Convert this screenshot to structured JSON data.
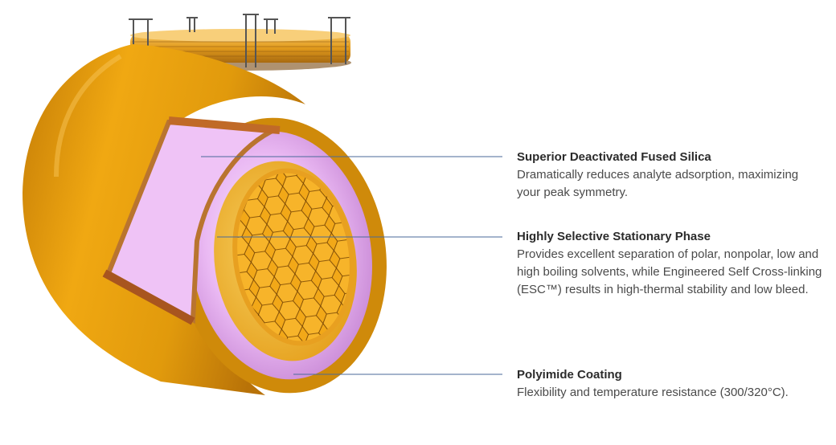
{
  "callouts": [
    {
      "title": "Superior Deactivated Fused Silica",
      "description": "Dramatically reduces analyte adsorption, maximizing your peak symmetry."
    },
    {
      "title": "Highly Selective Stationary Phase",
      "description": "Provides excellent separation of polar, nonpolar, low and high boiling solvents, while Engineered Self Cross-linking (ESC™) results in high-thermal stability and low bleed."
    },
    {
      "title": "Polyimide Coating",
      "description": "Flexibility and temperature resistance (300/320°C)."
    }
  ],
  "colors": {
    "polyimide": "#d9920f",
    "polyimide_dark": "#b06e08",
    "silica": "#e9b6f2",
    "stationary_phase": "#f2b320",
    "leader_line": "#4a6a9a"
  }
}
